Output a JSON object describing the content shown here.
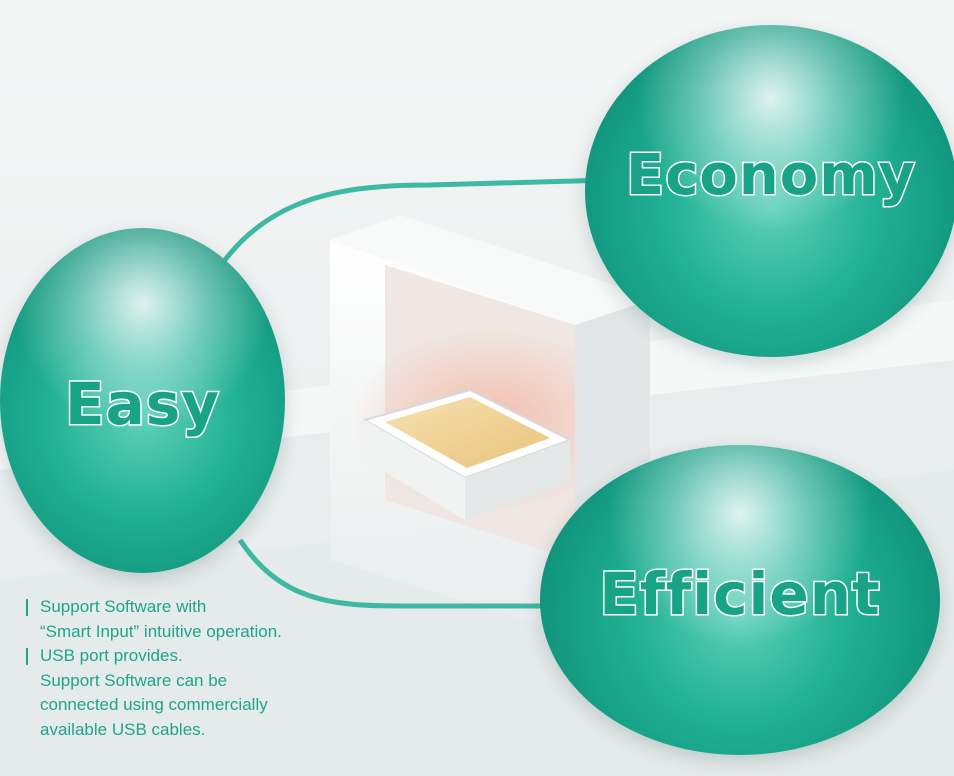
{
  "spheres": {
    "economy": {
      "label": "Economy"
    },
    "easy": {
      "label": "Easy"
    },
    "efficient": {
      "label": "Efficient"
    }
  },
  "features": [
    {
      "lines": [
        "Support Software with",
        "“Smart Input” intuitive operation."
      ]
    },
    {
      "lines": [
        "USB port provides.",
        "Support Software can be",
        "connected using commercially",
        "available USB cables."
      ]
    }
  ],
  "colors": {
    "accent": "#1ea58a",
    "sphere_mid": "#21b195",
    "sphere_dark": "#0d7e69",
    "background": "#eef1f1"
  }
}
